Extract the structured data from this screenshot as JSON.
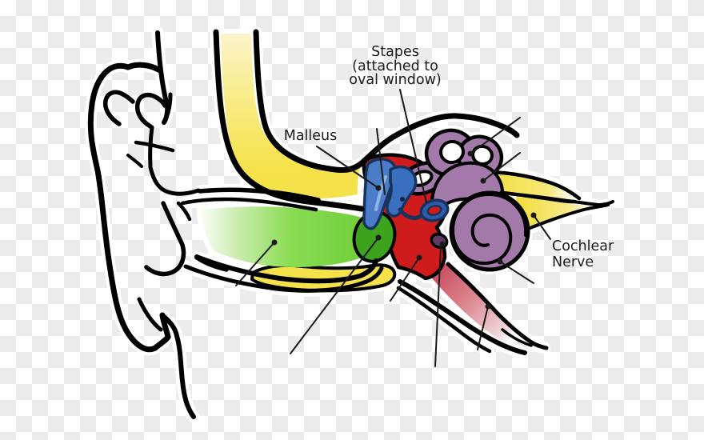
{
  "labels": {
    "stapes": {
      "line1": "Stapes",
      "line2": "(attached to",
      "line3": "oval window)"
    },
    "malleus": "Malleus",
    "cochlear_nerve": {
      "line1": "Cochlear",
      "line2": "Nerve"
    }
  },
  "colors": {
    "background_checker_light": "#FFFFFF",
    "background_checker_dark": "#ECECEC",
    "bone_yellow": "#F5E24B",
    "bone_yellow_pale": "#FAF2C4",
    "ear_canal_green": "#7CD740",
    "eardrum_green_dark": "#3EA31C",
    "middle_ear_red": "#CF1B1C",
    "ossicle_blue": "#4A7CC7",
    "ossicle_navy": "#16335E",
    "inner_ear_purple": "#A379A9",
    "round_window_purple": "#5E3A66",
    "nerve_yellow": "#F2DC35",
    "eustachian_pink": "#D96F7E",
    "outline_black": "#000000",
    "label_text": "#1A1A1A"
  }
}
